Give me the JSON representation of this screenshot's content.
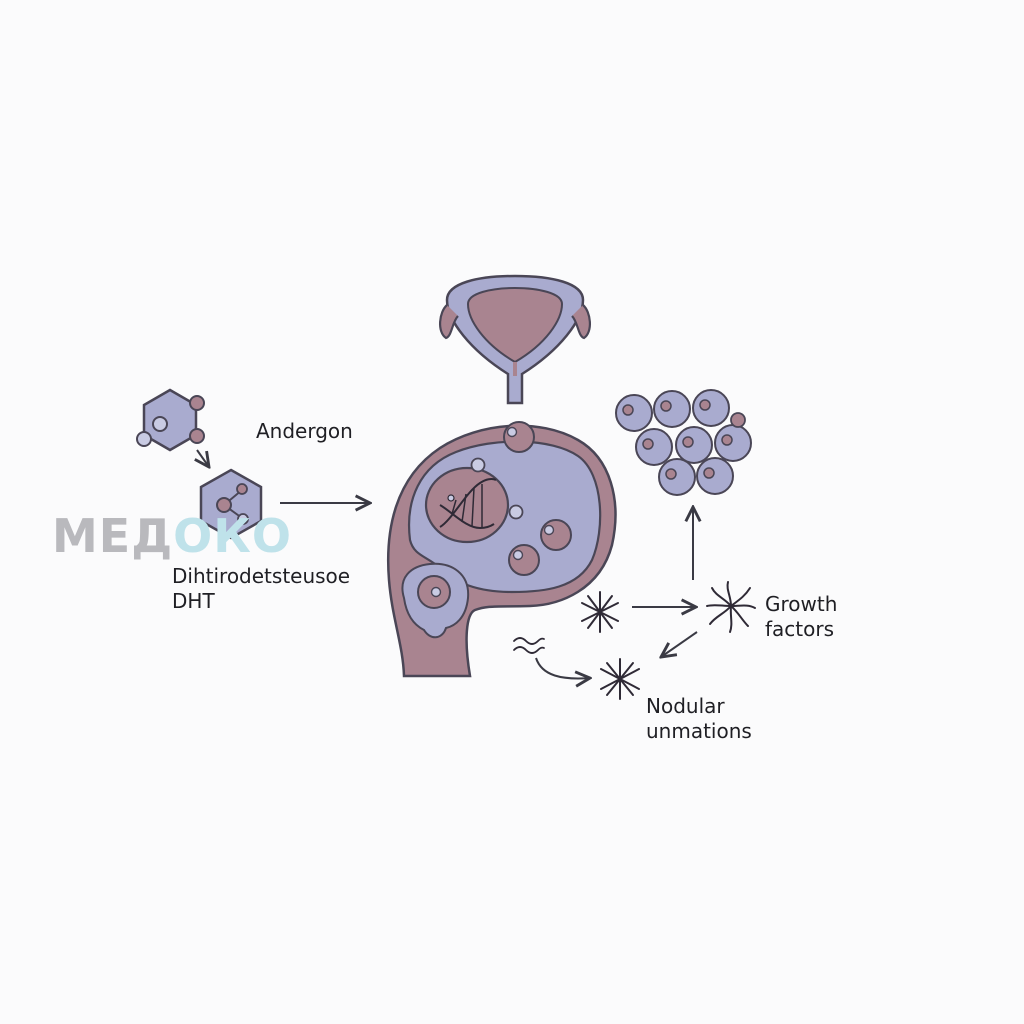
{
  "labels": {
    "androgen": "Andergon",
    "dht_line1": "Dihtirodetsteusoe",
    "dht_line2": "DHT",
    "growth_line1": "Growth",
    "growth_line2": "factors",
    "nodular_line1": "Nodular",
    "nodular_line2": "unmations"
  },
  "watermark": {
    "part1": "МЕД",
    "part2": "ОКО"
  },
  "colors": {
    "lavender": "#a9abcf",
    "mauve": "#a98490",
    "outline": "#4a4656",
    "text": "#1f1f24",
    "watermark_gray": "#b9b9bd",
    "watermark_teal": "#bfe2ea"
  }
}
